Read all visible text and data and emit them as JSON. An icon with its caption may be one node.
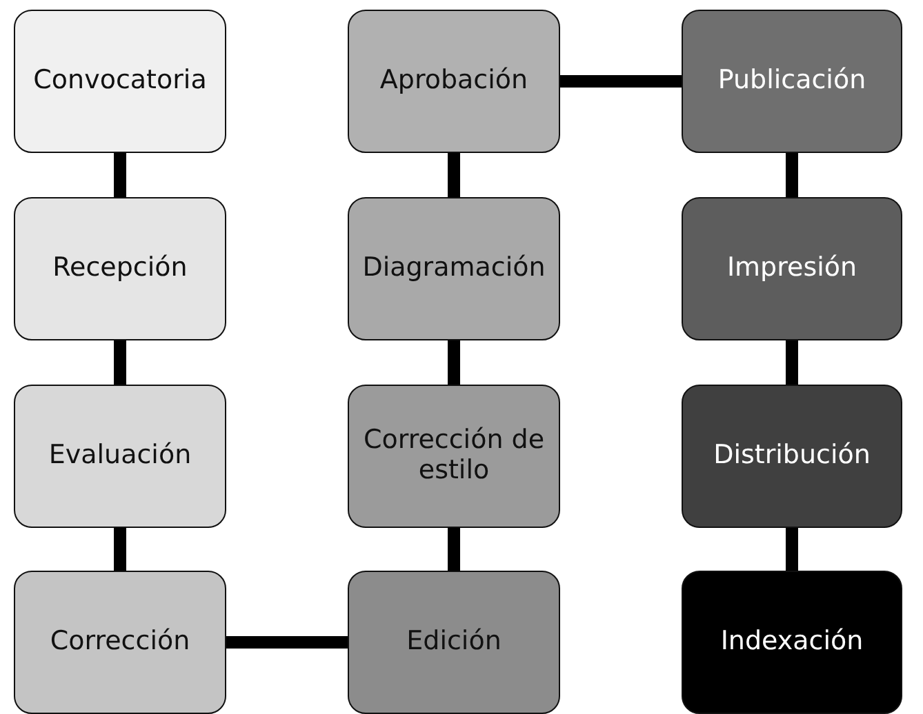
{
  "diagram": {
    "nodes": [
      {
        "text": [
          "Convocatoria"
        ]
      },
      {
        "text": [
          "Recepción"
        ]
      },
      {
        "text": [
          "Evaluación"
        ]
      },
      {
        "text": [
          "Corrección"
        ]
      },
      {
        "text": [
          "Edición"
        ]
      },
      {
        "text": [
          "Corrección de estilo"
        ]
      },
      {
        "text": [
          "Diagramación"
        ]
      },
      {
        "text": [
          "Aprobación"
        ]
      },
      {
        "text": [
          "Publicación"
        ]
      },
      {
        "text": [
          "Impresión"
        ]
      },
      {
        "text": [
          "Distribución"
        ]
      },
      {
        "text": [
          "Indexación"
        ]
      }
    ],
    "edges": [
      {
        "from": 0,
        "to": 1,
        "arrow": "none"
      },
      {
        "from": 1,
        "to": 2,
        "arrow": "none"
      },
      {
        "from": 2,
        "to": 3,
        "arrow": "none"
      },
      {
        "from": 3,
        "to": 4,
        "arrow": "none"
      },
      {
        "from": 4,
        "to": 5,
        "arrow": "none"
      },
      {
        "from": 5,
        "to": 6,
        "arrow": "none"
      },
      {
        "from": 6,
        "to": 7,
        "arrow": "none"
      },
      {
        "from": 7,
        "to": 8,
        "arrow": "none"
      },
      {
        "from": 8,
        "to": 9,
        "arrow": "none"
      },
      {
        "from": 9,
        "to": 10,
        "arrow": "none"
      },
      {
        "from": 10,
        "to": 11,
        "arrow": "none"
      }
    ]
  }
}
